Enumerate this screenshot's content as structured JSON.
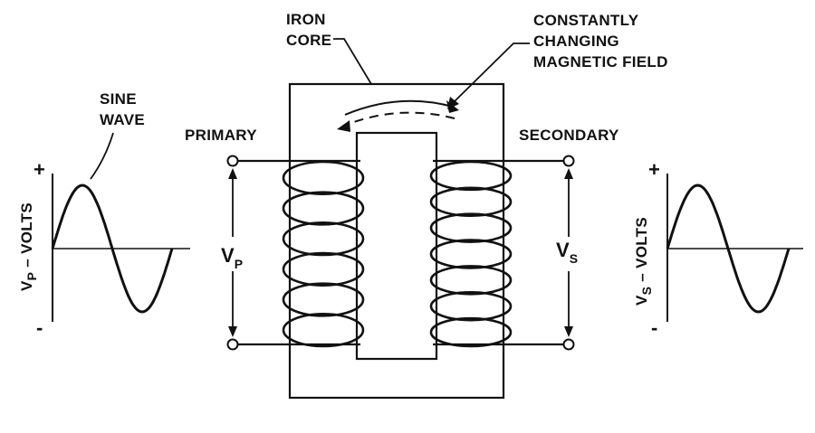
{
  "labels": {
    "iron_core": [
      "IRON",
      "CORE"
    ],
    "magnetic_field": [
      "CONSTANTLY",
      "CHANGING",
      "MAGNETIC FIELD"
    ],
    "sine_wave": [
      "SINE",
      "WAVE"
    ],
    "primary": "PRIMARY",
    "secondary": "SECONDARY"
  },
  "axes": {
    "left": {
      "plus": "+",
      "minus": "-",
      "v": "V",
      "sub": "P",
      "rest": " – VOLTS"
    },
    "right": {
      "plus": "+",
      "minus": "-",
      "v": "V",
      "sub": "S",
      "rest": " – VOLTS"
    }
  },
  "voltages": {
    "primary": {
      "v": "V",
      "sub": "P"
    },
    "secondary": {
      "v": "V",
      "sub": "S"
    }
  },
  "coils": {
    "primary_turns": 6,
    "secondary_turns": 7
  },
  "colors": {
    "ink": "#111111",
    "background": "#ffffff"
  }
}
